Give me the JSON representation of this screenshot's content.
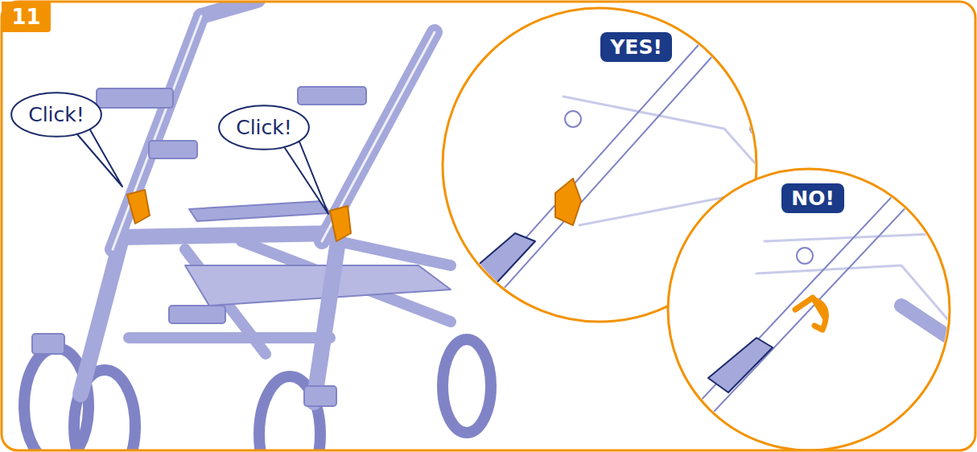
{
  "diagram": {
    "nodes": [
      {
        "text": [
          "11"
        ]
      },
      {
        "text": [
          "Click!"
        ]
      },
      {
        "text": [
          "Click!"
        ]
      },
      {
        "text": [
          "YES!"
        ]
      },
      {
        "text": [
          "NO!"
        ]
      }
    ]
  }
}
